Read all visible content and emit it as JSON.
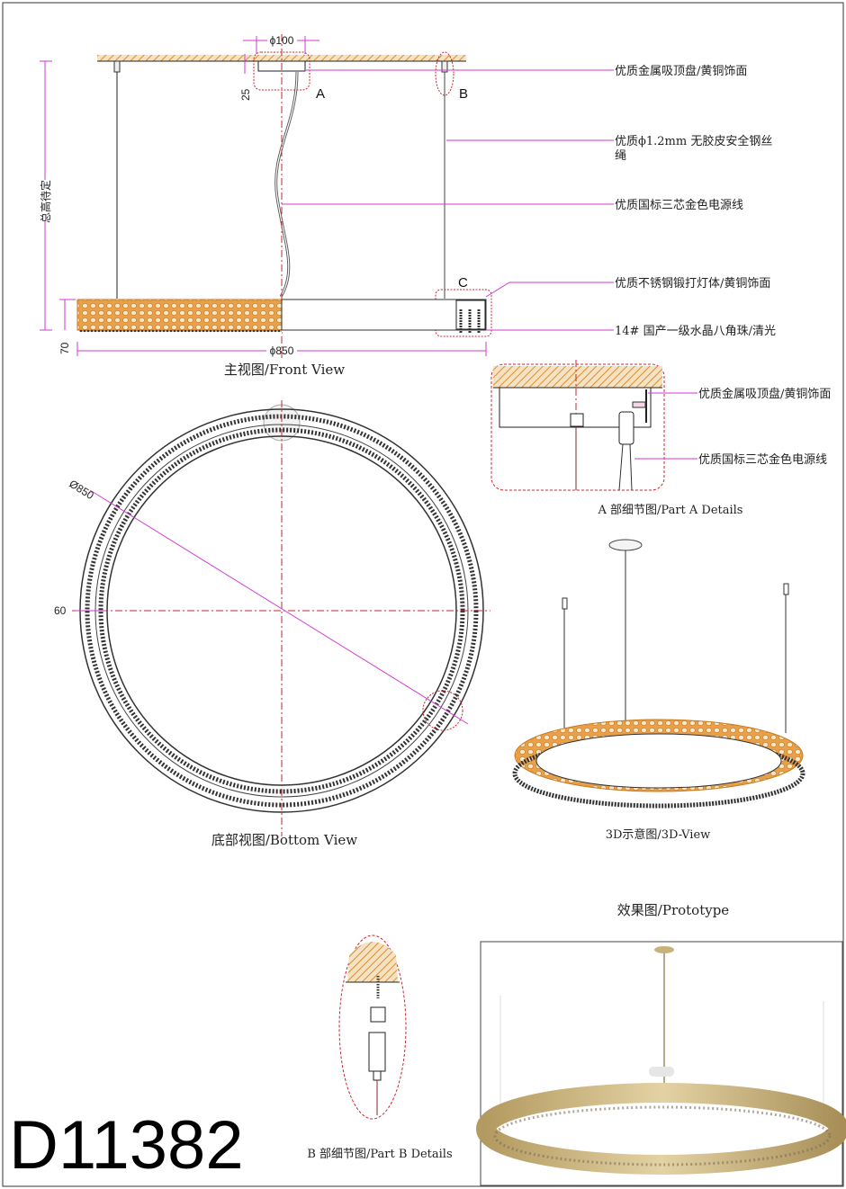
{
  "model": "D11382",
  "front_view": {
    "caption": "主视图/Front View",
    "dim_top_diameter": "ϕ100",
    "dim_canopy_height": "25",
    "dim_total_height": "总高待定",
    "dim_body_height": "70",
    "dim_diameter": "ϕ850",
    "marker_a": "A",
    "marker_b": "B",
    "marker_c": "C",
    "callouts": [
      "优质金属吸顶盘/黄铜饰面",
      "优质ϕ1.2mm 无胶皮安全钢丝",
      "绳",
      "优质国标三芯金色电源线",
      "优质不锈钢锻打灯体/黄铜饰面",
      "14# 国产一级水晶八角珠/清光"
    ]
  },
  "part_a": {
    "caption": "A 部细节图/Part A Details",
    "callouts": [
      "优质金属吸顶盘/黄铜饰面",
      "优质国标三芯金色电源线"
    ]
  },
  "bottom_view": {
    "caption": "底部视图/Bottom View",
    "dim_diameter": "Ø850",
    "dim_width": "60"
  },
  "view_3d": {
    "caption": "3D示意图/3D-View"
  },
  "prototype": {
    "caption": "效果图/Prototype"
  },
  "part_b": {
    "caption": "B 部细节图/Part B Details"
  },
  "colors": {
    "accent_magenta": "#d23ad2",
    "cloud_red": "#c8282e",
    "brass_orange": "#e8a04a"
  }
}
